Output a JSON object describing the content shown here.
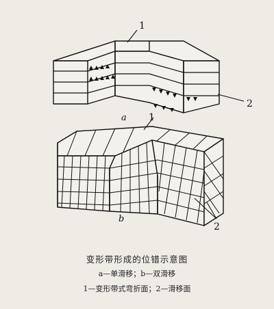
{
  "diagram_a": {
    "sublabel": "a",
    "callout_1": "1",
    "callout_2": "2",
    "triangle_glyph": "▲",
    "inv_triangle_glyph": "▼"
  },
  "diagram_b": {
    "sublabel": "b",
    "callout_1": "1",
    "callout_2": "2"
  },
  "caption": {
    "title": "变形带形成的位错示意图",
    "line1": "a—单滑移；b—双滑移",
    "line2": "1—变形带式弯折面；2—滑移面"
  }
}
